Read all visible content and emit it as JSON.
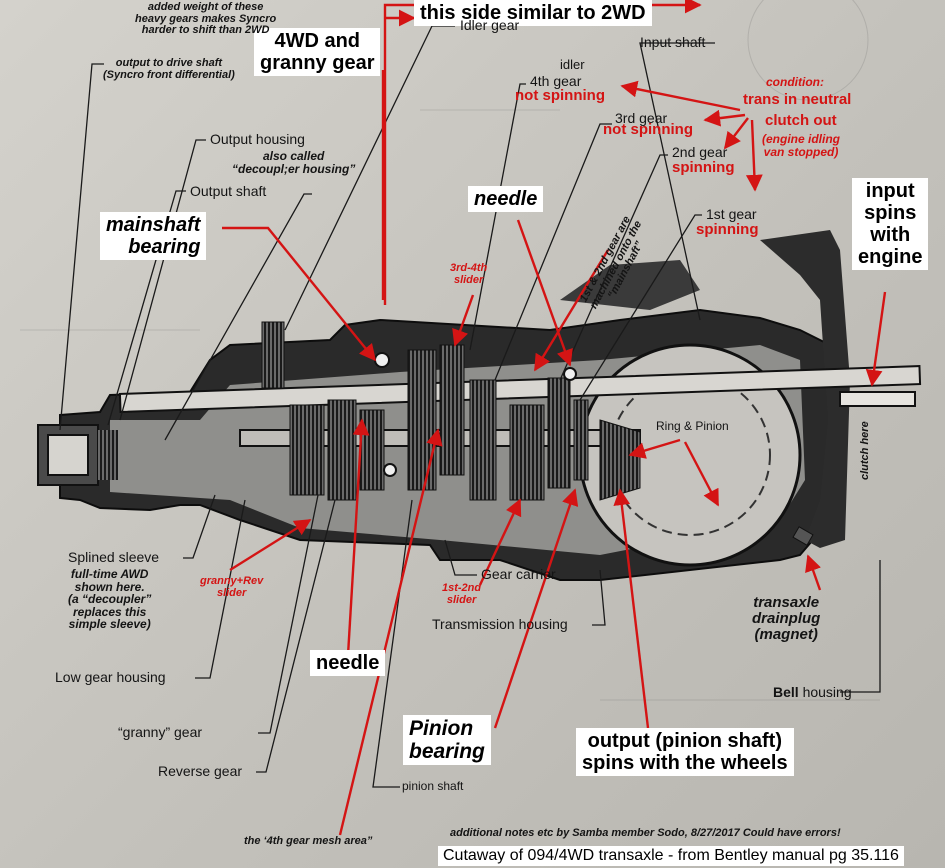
{
  "boxes": {
    "similar_2wd": "this side similar to 2WD",
    "fourwd_line1": "4WD and",
    "fourwd_line2": "granny gear",
    "mainshaft_line1": "mainshaft",
    "mainshaft_line2": "bearing",
    "needle_top": "needle",
    "needle_bottom": "needle",
    "input_line1": "input",
    "input_line2": "spins",
    "input_line3": "with",
    "input_line4": "engine",
    "pinion_line1": "Pinion",
    "pinion_line2": "bearing",
    "output_line1": "output (pinion shaft)",
    "output_line2": "spins with the wheels",
    "caption": "Cutaway of 094/4WD transaxle - from Bentley manual pg 35.116"
  },
  "labels": {
    "idler_gear": "Idler gear",
    "input_shaft": "Input shaft",
    "idler": "idler",
    "fourth_gear": "4th gear",
    "third_gear": "3rd gear",
    "second_gear": "2nd gear",
    "first_gear": "1st gear",
    "output_housing": "Output housing",
    "output_housing_aka1": "also called",
    "output_housing_aka2": "“decoupl;er housing”",
    "output_shaft": "Output shaft",
    "splined_sleeve": "Splined sleeve",
    "low_gear_housing": "Low gear housing",
    "granny_gear": "“granny” gear",
    "reverse_gear": "Reverse gear",
    "gear_carrier": "Gear carrier",
    "transmission_housing": "Transmission housing",
    "pinion_shaft": "pinion shaft",
    "bell": "Bell",
    "bell_housing": " housing",
    "ring_pinion": "Ring & Pinion",
    "clutch_here": "clutch here",
    "transaxle_drainplug1": "transaxle",
    "transaxle_drainplug2": "drainplug",
    "transaxle_drainplug3": "(magnet)",
    "fourth_gear_mesh": "the ‘4th gear mesh area”"
  },
  "notes": {
    "weight1": "added weight of these",
    "weight2": "heavy gears makes Syncro",
    "weight3": "harder to shift than 2WD",
    "output_drive1": "output to drive shaft",
    "output_drive2": "(Syncro front differential)",
    "full_time1": "full-time AWD",
    "full_time2": "shown here.",
    "full_time3": "(a “decoupler”",
    "full_time4": "replaces this",
    "full_time5": "simple sleeve)",
    "machined1": "1st & 2nd gear are",
    "machined2": "machined onto the",
    "machined3": "“mainshaft”",
    "additional": "additional notes etc by Samba member Sodo, 8/27/2017  Could have errors!"
  },
  "red_notes": {
    "not_spinning_4": "not spinning",
    "not_spinning_3": "not spinning",
    "spinning_2": "spinning",
    "spinning_1": "spinning",
    "condition": "condition:",
    "trans_neutral": "trans in neutral",
    "clutch_out": "clutch out",
    "engine_idling1": "(engine idling",
    "engine_idling2": "van stopped)",
    "slider_34_1": "3rd-4th",
    "slider_34_2": "slider",
    "granny_rev1": "granny+Rev",
    "granny_rev2": "slider",
    "slider_12_1": "1st-2nd",
    "slider_12_2": "slider"
  },
  "colors": {
    "annotation_red": "#d41414",
    "ink": "#141414",
    "paper": "#c9c7c2"
  }
}
